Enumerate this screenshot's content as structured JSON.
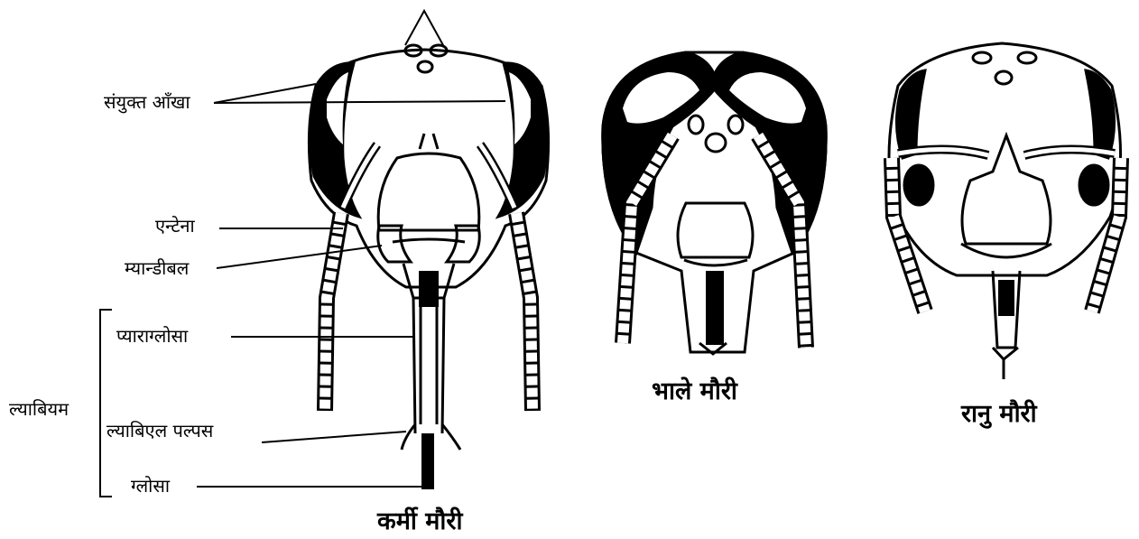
{
  "labels": {
    "compound_eye": "संयुक्त आँखा",
    "antenna": "एन्टेना",
    "mandible": "म्यान्डीबल",
    "paraglossa": "प्याराग्लोसा",
    "labium": "ल्याबियम",
    "labial_palps": "ल्याबिएल पल्पस",
    "glossa": "ग्लोसा"
  },
  "captions": {
    "worker": "कर्मी मौरी",
    "drone": "भाले मौरी",
    "queen": "रानु मौरी"
  }
}
